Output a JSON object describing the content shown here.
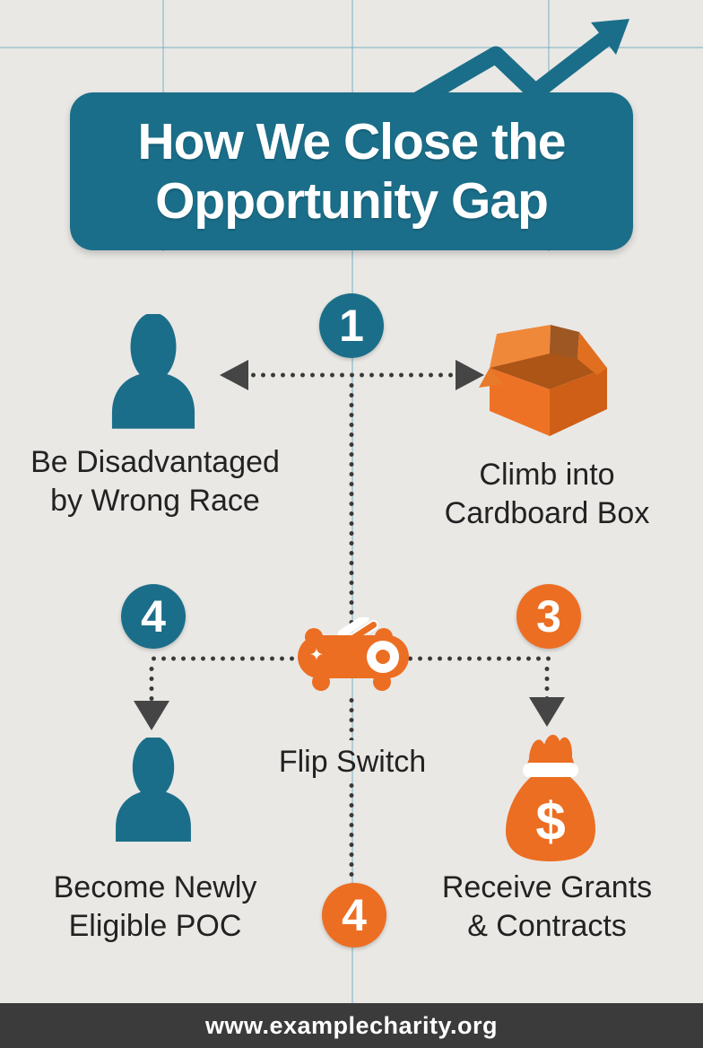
{
  "header": {
    "title_line1": "How We Close the",
    "title_line2": "Opportunity Gap"
  },
  "badges": {
    "step1": "1",
    "step4_left": "4",
    "step3_right": "3",
    "step4_bottom": "4"
  },
  "nodes": {
    "step1": {
      "line1": "Be Disadvantaged",
      "line2": "by Wrong Race"
    },
    "step2": {
      "line1": "Climb into",
      "line2": "Cardboard Box"
    },
    "switch": {
      "label": "Flip Switch"
    },
    "step4": {
      "line1": "Become Newly",
      "line2": "Eligible POC"
    },
    "step3": {
      "line1": "Receive Grants",
      "line2": "& Contracts",
      "currency": "$"
    }
  },
  "icons": {
    "trend": "trending-up-zigzag-arrow",
    "step1": "person-silhouette",
    "step2": "open-cardboard-box",
    "switch": "flip-switch-device",
    "step4": "person-silhouette",
    "step3": "money-bag-dollar"
  },
  "footer": {
    "url": "www.examplecharity.org"
  },
  "colors": {
    "teal": "#1b6e89",
    "orange": "#ec6e22",
    "arrow_gray": "#454545",
    "text": "#222222",
    "footer_bg": "#3b3b3b",
    "background": "#e9e8e5",
    "gridline": "#6eaabe"
  }
}
